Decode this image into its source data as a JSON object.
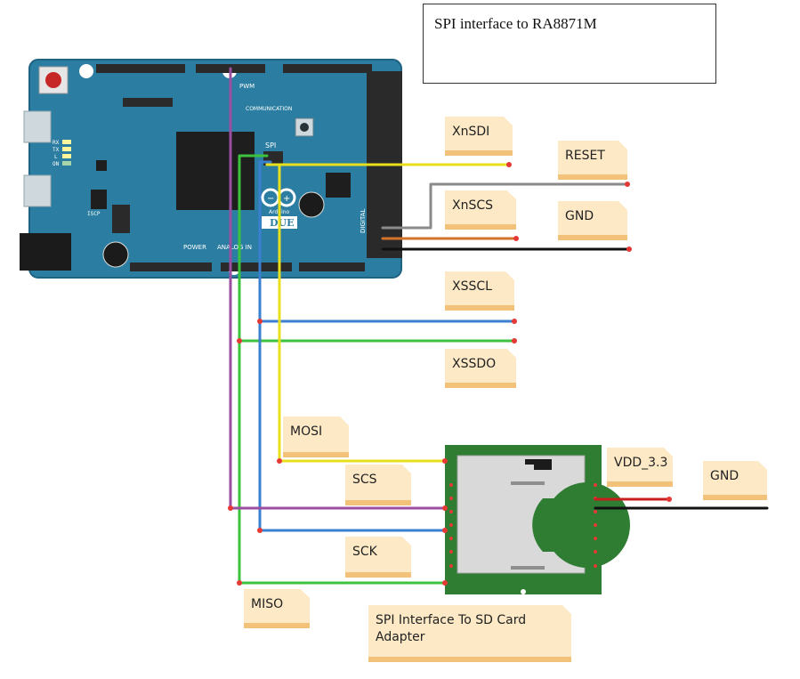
{
  "title": "SPI interface to RA8871M",
  "board": {
    "name": "DUE",
    "brand": "Arduino",
    "spi_header_label": "SPI",
    "comm_label": "COMMUNICATION",
    "pwm_label": "PWM",
    "power_label": "POWER",
    "analog_label": "ANALOG IN",
    "digital_label": "DIGITAL",
    "icsp_label": "ISCP"
  },
  "labels": {
    "xnsdi": "XnSDI",
    "reset": "RESET",
    "xnscs": "XnSCS",
    "gnd_top": "GND",
    "xsscl": "XSSCL",
    "xssdo": "XSSDO",
    "mosi": "MOSI",
    "scs": "SCS",
    "sck": "SCK",
    "miso": "MISO",
    "vdd": "VDD_3.3",
    "gnd_card": "GND",
    "sd_caption_line1": "SPI Interface To SD Card",
    "sd_caption_line2": "Adapter"
  },
  "colors": {
    "board": "#2b7ea1",
    "board_dark": "#1f6281",
    "header": "#2a2a2a",
    "yellow_wire": "#e8e01c",
    "gray_wire": "#8a8a8a",
    "orange_wire": "#d4722b",
    "black_wire": "#111111",
    "blue_wire": "#3a7fd0",
    "green_wire": "#3cc23c",
    "purple_wire": "#9a4fa0",
    "red_wire": "#c81e1e",
    "sd_green": "#2e7d32",
    "note_bg": "#fde9c6",
    "note_edge": "#f2c27a"
  }
}
